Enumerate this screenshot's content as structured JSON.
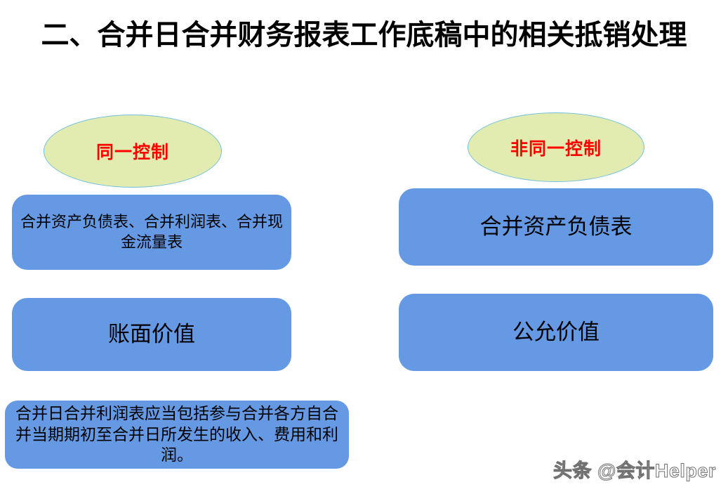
{
  "slide": {
    "title": "二、合并日合并财务报表工作底稿中的相关抵销处理",
    "background_color": "#FFFFFF"
  },
  "colors": {
    "box_fill": "#6699E4",
    "ellipse_fill": "#E3ECB0",
    "ellipse_border": "#72BEDC",
    "ellipse_text": "#FF0000",
    "box_text": "#000000",
    "title_text": "#000000"
  },
  "columns": {
    "left": {
      "header": "同一控制",
      "boxes": [
        {
          "text": "合并资产负债表、合并利润表、合并现金流量表"
        },
        {
          "text": "账面价值"
        }
      ]
    },
    "right": {
      "header": "非同一控制",
      "boxes": [
        {
          "text": "合并资产负债表"
        },
        {
          "text": "公允价值"
        }
      ]
    }
  },
  "note": {
    "text": "合并日合并利润表应当包括参与合并各方自合并当期期初至合并日所发生的收入、费用和利润。"
  },
  "watermark": {
    "text": "头条 @会计Helper"
  }
}
